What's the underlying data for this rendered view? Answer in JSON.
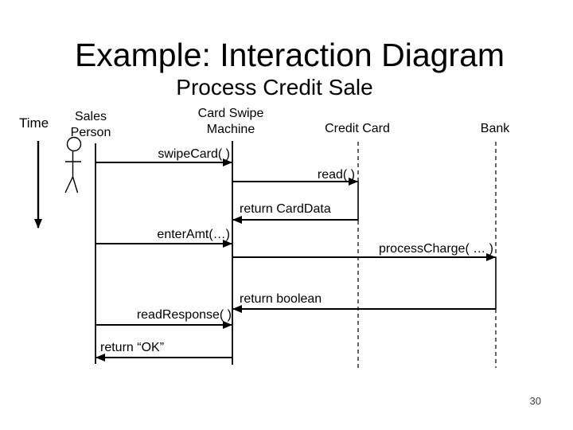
{
  "page": {
    "title": "Example: Interaction Diagram",
    "subtitle": "Process Credit Sale",
    "page_number": "30"
  },
  "diagram": {
    "time_axis_label": "Time",
    "participants": [
      {
        "id": "sales-person",
        "lines": [
          "Sales",
          "Person"
        ],
        "lifeline": "solid",
        "type": "actor"
      },
      {
        "id": "card-swipe-machine",
        "lines": [
          "Card Swipe",
          "Machine"
        ],
        "lifeline": "solid",
        "type": "object"
      },
      {
        "id": "credit-card",
        "lines": [
          "Credit Card"
        ],
        "lifeline": "dashed",
        "type": "object"
      },
      {
        "id": "bank",
        "lines": [
          "Bank"
        ],
        "lifeline": "dashed",
        "type": "object"
      }
    ],
    "messages": [
      {
        "label": "swipeCard( )",
        "from": "sales-person",
        "to": "card-swipe-machine",
        "direction": "right"
      },
      {
        "label": "read( )",
        "from": "card-swipe-machine",
        "to": "credit-card",
        "direction": "right"
      },
      {
        "label": "return CardData",
        "from": "credit-card",
        "to": "card-swipe-machine",
        "direction": "left"
      },
      {
        "label": "enterAmt(…)",
        "from": "sales-person",
        "to": "card-swipe-machine",
        "direction": "right"
      },
      {
        "label": "processCharge( … )",
        "from": "card-swipe-machine",
        "to": "bank",
        "direction": "right"
      },
      {
        "label": "return boolean",
        "from": "bank",
        "to": "card-swipe-machine",
        "direction": "left"
      },
      {
        "label": "readResponse( )",
        "from": "sales-person",
        "to": "card-swipe-machine",
        "direction": "right"
      },
      {
        "label": "return “OK”",
        "from": "card-swipe-machine",
        "to": "sales-person",
        "direction": "left"
      }
    ]
  },
  "colors": {
    "ink": "#000000",
    "background": "#ffffff",
    "page_number": "#404040"
  }
}
